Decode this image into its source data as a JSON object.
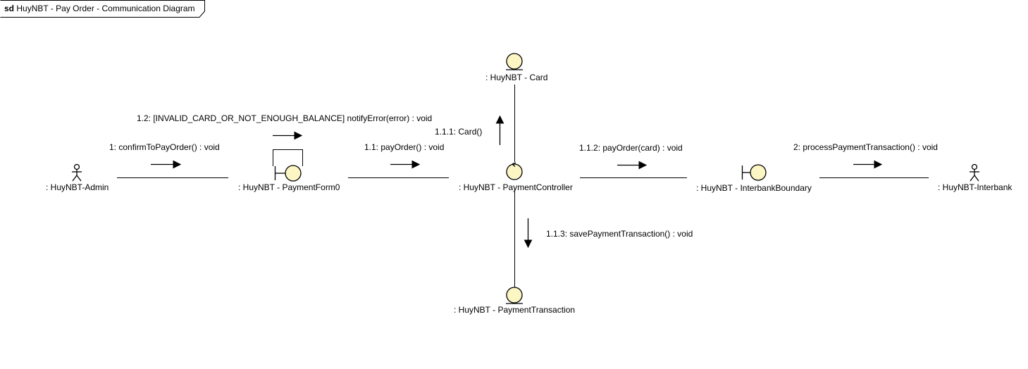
{
  "frame": {
    "keyword": "sd",
    "title": "HuyNBT - Pay Order - Communication Diagram"
  },
  "lifelines": {
    "admin": ": HuyNBT-Admin",
    "payment_form": ": HuyNBT - PaymentForm0",
    "payment_controller": ": HuyNBT - PaymentController",
    "card": ": HuyNBT - Card",
    "payment_transaction": ": HuyNBT - PaymentTransaction",
    "interbank_boundary": ": HuyNBT - InterbankBoundary",
    "interbank": ": HuyNBT-Interbank"
  },
  "messages": {
    "m1": "1: confirmToPayOrder() : void",
    "m1_1": "1.1: payOrder() : void",
    "m1_1_1": "1.1.1: Card()",
    "m1_1_2": "1.1.2: payOrder(card) : void",
    "m1_1_3": "1.1.3: savePaymentTransaction() : void",
    "m1_2": "1.2: [INVALID_CARD_OR_NOT_ENOUGH_BALANCE] notifyError(error) : void",
    "m2": "2: processPaymentTransaction() : void"
  },
  "colors": {
    "element_fill": "#fbf6c4",
    "stroke": "#000000"
  }
}
